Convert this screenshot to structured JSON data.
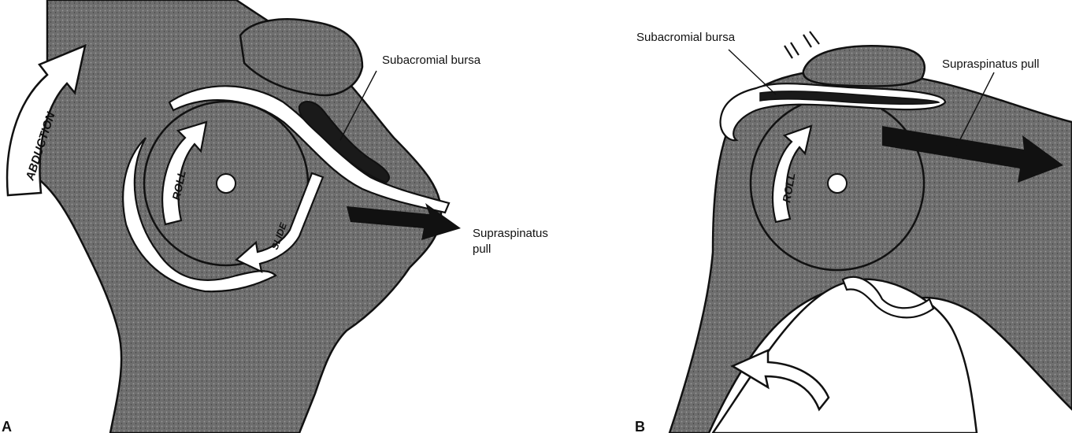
{
  "panel_a": {
    "letter": "A",
    "label_bursa": "Subacromial bursa",
    "label_pull_1": "Supraspinatus",
    "label_pull_2": "pull",
    "arrow_abduction": "ABDUCTION",
    "arrow_roll": "ROLL",
    "arrow_slide": "SLIDE"
  },
  "panel_b": {
    "letter": "B",
    "label_bursa": "Subacromial bursa",
    "label_pull": "Supraspinatus pull",
    "arrow_roll": "ROLL"
  },
  "colors": {
    "bone": "#6f6f6f",
    "outline": "#111111",
    "background": "#ffffff"
  }
}
